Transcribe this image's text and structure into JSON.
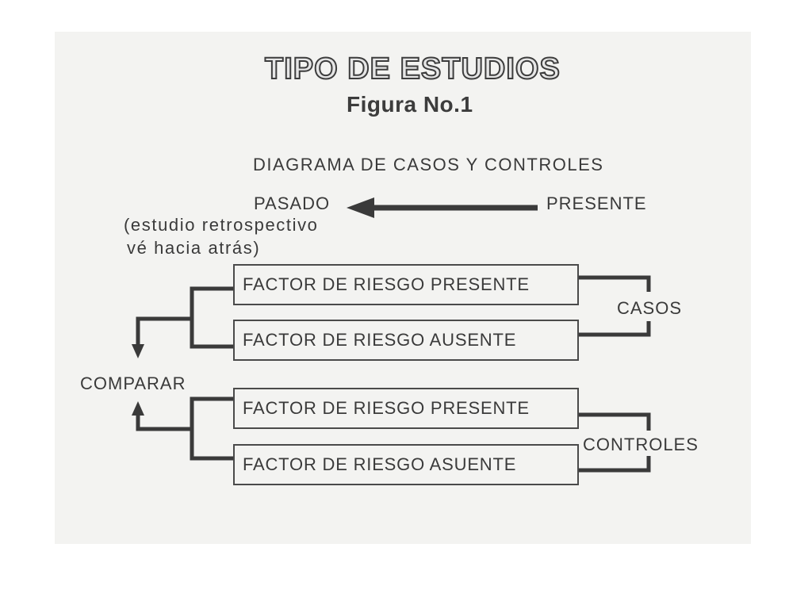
{
  "title": "TIPO DE ESTUDIOS",
  "subtitle": "Figura No.1",
  "caption": "DIAGRAMA DE CASOS Y CONTROLES",
  "timeline": {
    "past": "PASADO",
    "present": "PRESENTE",
    "note_line1": "(estudio retrospectivo",
    "note_line2": "vé hacia atrás)"
  },
  "boxes": [
    "FACTOR DE RIESGO PRESENTE",
    "FACTOR DE RIESGO AUSENTE",
    "FACTOR DE RIESGO PRESENTE",
    "FACTOR DE RIESGO ASUENTE"
  ],
  "groups": {
    "cases": "CASOS",
    "controls": "CONTROLES"
  },
  "compare": "COMPARAR",
  "colors": {
    "ink": "#3a3a3a",
    "panel": "#f3f3f1",
    "page": "#ffffff"
  }
}
